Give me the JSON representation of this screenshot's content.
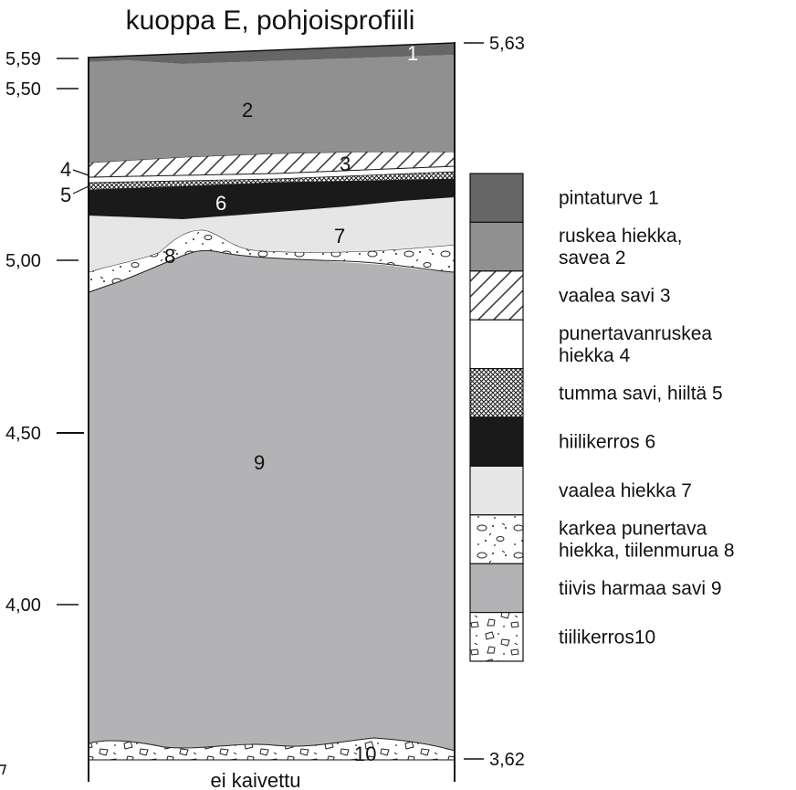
{
  "title": "kuoppa E, pohjoisprofiili",
  "elevations_left": [
    "5,59",
    "5,50",
    "5,00",
    "4,50",
    "4,00"
  ],
  "elevations_right": [
    "5,63",
    "3,62"
  ],
  "layer_numbers": [
    "1",
    "2",
    "3",
    "4",
    "5",
    "6",
    "7",
    "8",
    "9",
    "10"
  ],
  "bottom_label": "ei kaivettu",
  "legend": [
    {
      "num": 1,
      "lines": [
        "pintaturve 1"
      ],
      "color": "#666666",
      "pattern": "solid"
    },
    {
      "num": 2,
      "lines": [
        "ruskea hiekka,",
        "savea 2"
      ],
      "color": "#909090",
      "pattern": "solid"
    },
    {
      "num": 3,
      "lines": [
        "vaalea savi 3"
      ],
      "color": "#ffffff",
      "pattern": "diagonal-hatch"
    },
    {
      "num": 4,
      "lines": [
        "punertavanruskea",
        "hiekka 4"
      ],
      "color": "#ffffff",
      "pattern": "solid"
    },
    {
      "num": 5,
      "lines": [
        "tumma savi, hiiltä 5"
      ],
      "color": "#555555",
      "pattern": "crosshatch"
    },
    {
      "num": 6,
      "lines": [
        "hiilikerros 6"
      ],
      "color": "#1a1a1a",
      "pattern": "solid"
    },
    {
      "num": 7,
      "lines": [
        "vaalea hiekka 7"
      ],
      "color": "#e6e6e6",
      "pattern": "solid"
    },
    {
      "num": 8,
      "lines": [
        "karkea punertava",
        "hiekka, tiilenmurua 8"
      ],
      "color": "#ffffff",
      "pattern": "pebbles"
    },
    {
      "num": 9,
      "lines": [
        "tiivis harmaa savi 9"
      ],
      "color": "#b3b3b5",
      "pattern": "solid"
    },
    {
      "num": 10,
      "lines": [
        "tiilikerros10"
      ],
      "color": "#ffffff",
      "pattern": "brick-fragments"
    }
  ]
}
